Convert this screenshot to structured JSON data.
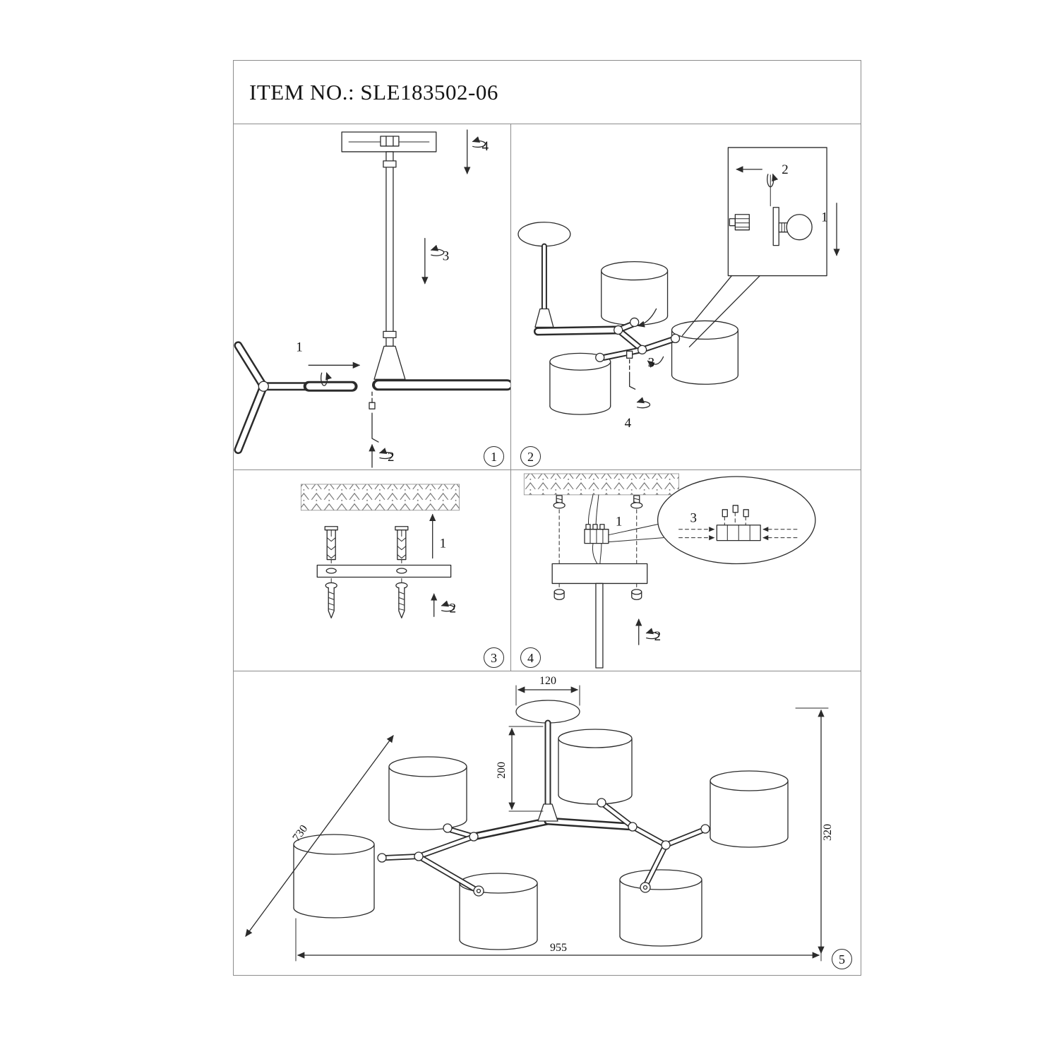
{
  "title": "ITEM NO.: SLE183502-06",
  "ink_color": "#2b2b2b",
  "border_color": "#8c8c8c",
  "panels": {
    "p1": {
      "number": "1",
      "steps": {
        "s1": "1",
        "s2": "2",
        "s3": "3",
        "s4": "4"
      }
    },
    "p2": {
      "number": "2",
      "steps": {
        "s1": "1",
        "s2": "2",
        "s3": "3",
        "s4": "4"
      }
    },
    "p3": {
      "number": "3",
      "steps": {
        "s1": "1",
        "s2": "2"
      }
    },
    "p4": {
      "number": "4",
      "steps": {
        "s1": "1",
        "s2": "2",
        "s3": "3"
      }
    },
    "p5": {
      "number": "5",
      "dims": {
        "canopy": "120",
        "drop": "200",
        "diag": "730",
        "width": "955",
        "height": "320"
      }
    }
  }
}
